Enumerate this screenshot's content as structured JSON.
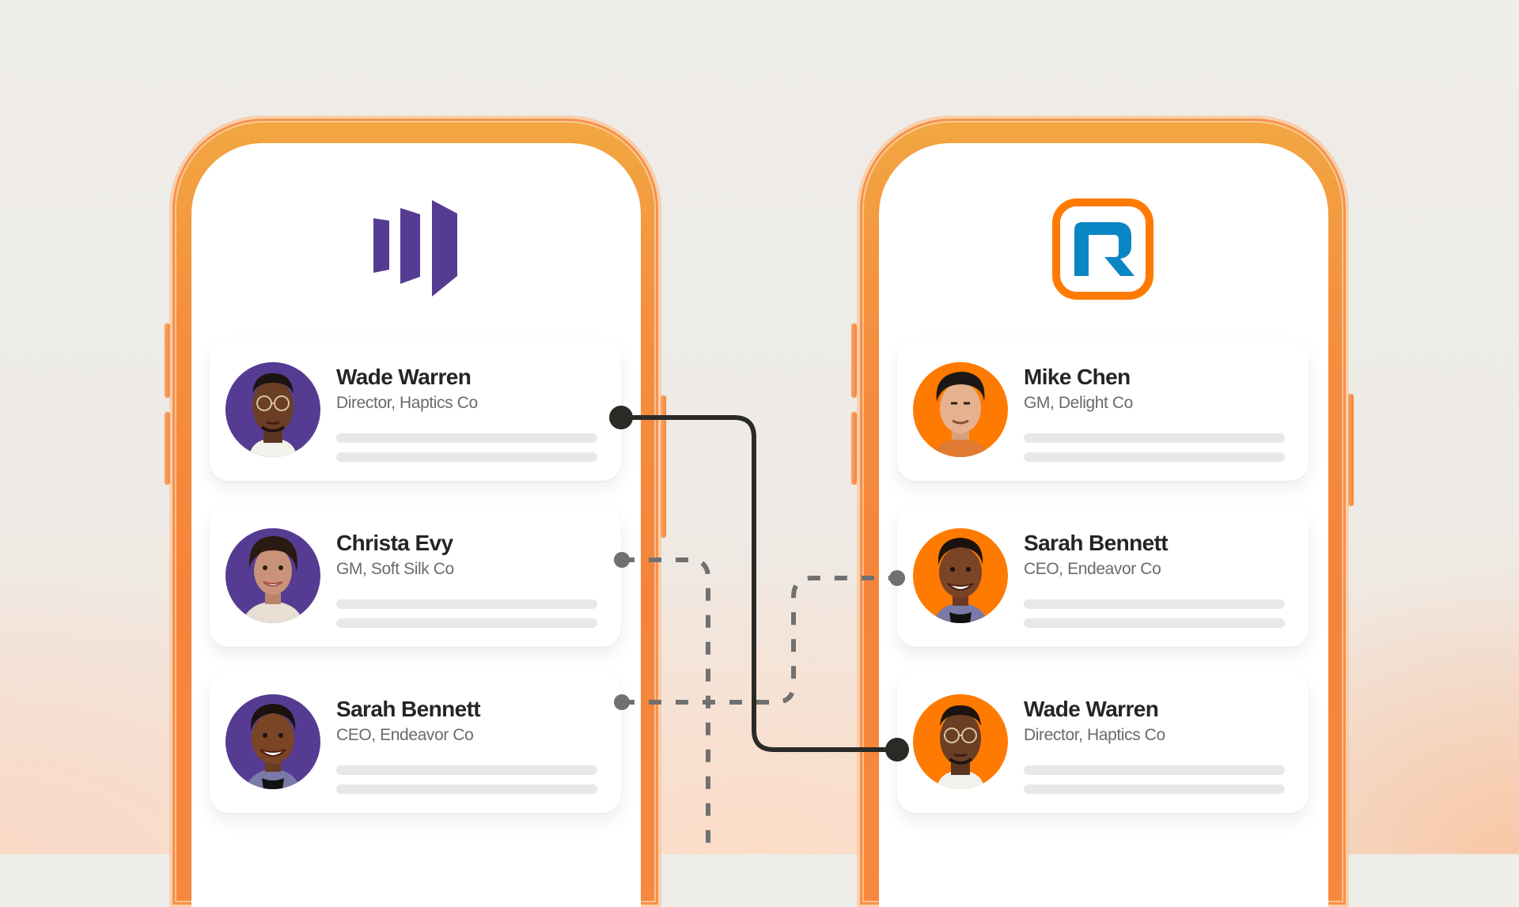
{
  "colors": {
    "background": "#efede9",
    "phone_frame": "#f5843a",
    "left_brand_purple": "#553c92",
    "right_brand_orange": "#ff7a00",
    "right_brand_blue": "#0a86c4",
    "avatar_bg_left": "#553c92",
    "avatar_bg_right": "#ff7a00",
    "solid_connector": "#2b2a27",
    "dashed_connector": "#707070",
    "name_text": "#262522",
    "role_text": "#6b6a66",
    "placeholder_bar": "#e9e8e6"
  },
  "left_phone": {
    "logo_icon": "bars-brand-logo-icon",
    "contacts": [
      {
        "name": "Wade Warren",
        "role": "Director, Haptics Co",
        "avatar": "man-glasses-avatar"
      },
      {
        "name": "Christa Evy",
        "role": "GM, Soft Silk Co",
        "avatar": "woman-curly-hair-avatar"
      },
      {
        "name": "Sarah Bennett",
        "role": "CEO, Endeavor Co",
        "avatar": "woman-short-hair-avatar"
      }
    ]
  },
  "right_phone": {
    "logo_icon": "r-brand-logo-icon",
    "logo_letter": "R",
    "contacts": [
      {
        "name": "Mike Chen",
        "role": "GM, Delight Co",
        "avatar": "man-dark-hair-avatar"
      },
      {
        "name": "Sarah Bennett",
        "role": "CEO, Endeavor Co",
        "avatar": "woman-short-hair-avatar"
      },
      {
        "name": "Wade Warren",
        "role": "Director, Haptics Co",
        "avatar": "man-glasses-avatar"
      }
    ]
  },
  "connections": [
    {
      "from": "left.Wade Warren",
      "to": "right.Wade Warren",
      "style": "solid"
    },
    {
      "from": "left.Sarah Bennett",
      "to": "right.Sarah Bennett",
      "style": "dashed"
    },
    {
      "from": "left.Christa Evy",
      "to": "none",
      "style": "dashed"
    }
  ]
}
